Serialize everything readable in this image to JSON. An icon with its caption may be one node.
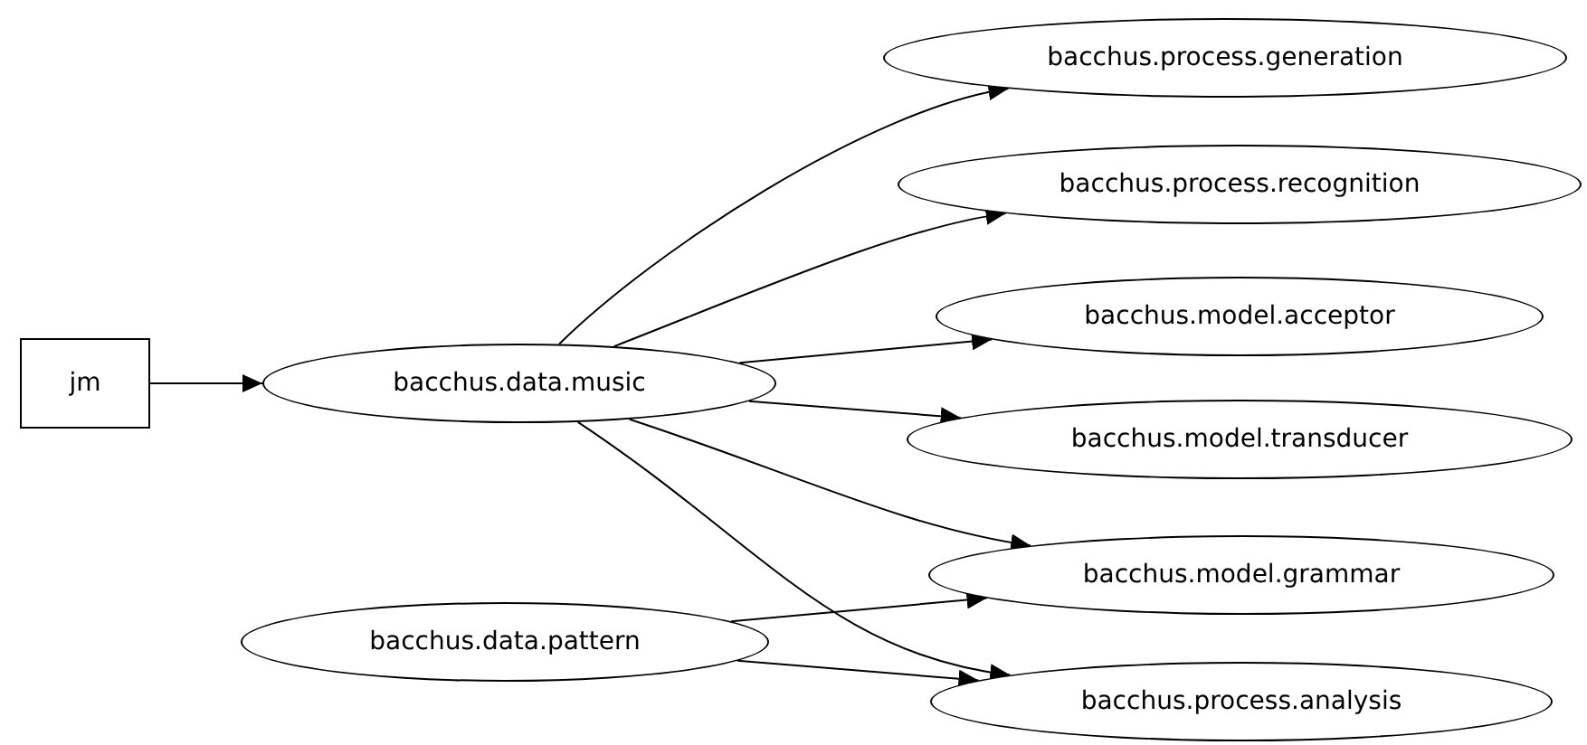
{
  "diagram": {
    "nodes": [
      {
        "text": [
          "jm"
        ]
      },
      {
        "text": [
          "bacchus.data.music"
        ]
      },
      {
        "text": [
          "bacchus.data.pattern"
        ]
      },
      {
        "text": [
          "bacchus.process.generation"
        ]
      },
      {
        "text": [
          "bacchus.process.recognition"
        ]
      },
      {
        "text": [
          "bacchus.model.acceptor"
        ]
      },
      {
        "text": [
          "bacchus.model.transducer"
        ]
      },
      {
        "text": [
          "bacchus.model.grammar"
        ]
      },
      {
        "text": [
          "bacchus.process.analysis"
        ]
      }
    ],
    "edges": [
      {
        "from": 0,
        "to": 1,
        "arrow": "to"
      },
      {
        "from": 1,
        "to": 3,
        "arrow": "to"
      },
      {
        "from": 1,
        "to": 4,
        "arrow": "to"
      },
      {
        "from": 1,
        "to": 5,
        "arrow": "to"
      },
      {
        "from": 1,
        "to": 6,
        "arrow": "to"
      },
      {
        "from": 1,
        "to": 7,
        "arrow": "to"
      },
      {
        "from": 1,
        "to": 8,
        "arrow": "to"
      },
      {
        "from": 2,
        "to": 7,
        "arrow": "to"
      },
      {
        "from": 2,
        "to": 8,
        "arrow": "to"
      }
    ]
  }
}
